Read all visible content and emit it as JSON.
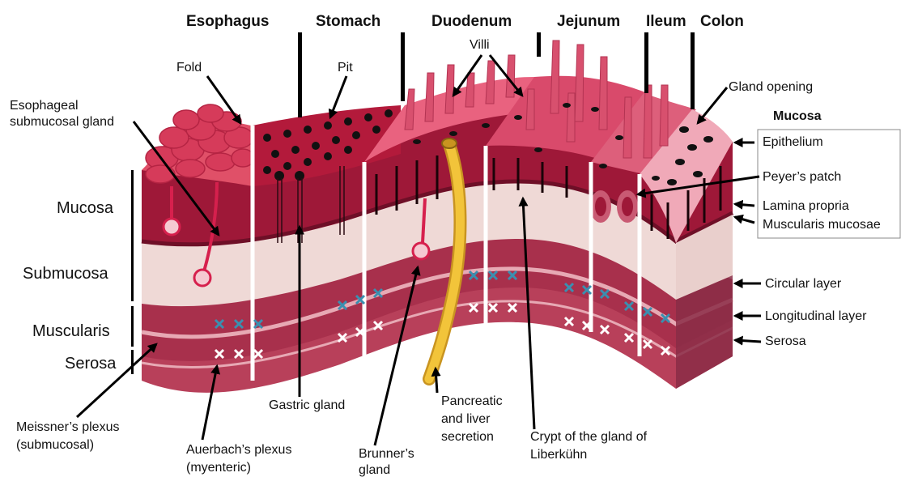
{
  "segments": {
    "esophagus": "Esophagus",
    "stomach": "Stomach",
    "duodenum": "Duodenum",
    "jejunum": "Jejunum",
    "ileum": "Ileum",
    "colon": "Colon"
  },
  "layers_left": {
    "mucosa": "Mucosa",
    "submucosa": "Submucosa",
    "muscularis": "Muscularis",
    "serosa": "Serosa"
  },
  "labels": {
    "fold": "Fold",
    "pit": "Pit",
    "villi": "Villi",
    "gland_opening": "Gland opening",
    "esophageal_gland_line1": "Esophageal",
    "esophageal_gland_line2": "submucosal gland",
    "gastric_gland": "Gastric gland",
    "pancreatic_line1": "Pancreatic",
    "pancreatic_line2": "and liver",
    "pancreatic_line3": "secretion",
    "crypt_line1": "Crypt of the gland of",
    "crypt_line2": "Liberkühn",
    "meissner_line1": "Meissner’s plexus",
    "meissner_line2": "(submucosal)",
    "auerbach_line1": "Auerbach’s plexus",
    "auerbach_line2": "(myenteric)",
    "brunner_line1": "Brunner’s",
    "brunner_line2": "gland"
  },
  "mucosa_legend": {
    "heading": "Mucosa",
    "epithelium": "Epithelium",
    "peyers_patch": "Peyer’s patch",
    "lamina_propria": "Lamina propria",
    "muscularis_mucosae": "Muscularis mucosae"
  },
  "right_layers": {
    "circular": "Circular layer",
    "longitudinal": "Longitudinal layer",
    "serosa": "Serosa"
  },
  "colors": {
    "mucosa_dark": "#9e1838",
    "mucosa_top": "#e8506f",
    "submucosa": "#efd9d6",
    "muscle": "#b2354f",
    "serosa": "#c65a70",
    "bile_duct": "#f2c43a",
    "meissner_x": "#3b8fb0",
    "auerbach_x": "#ffffff"
  }
}
